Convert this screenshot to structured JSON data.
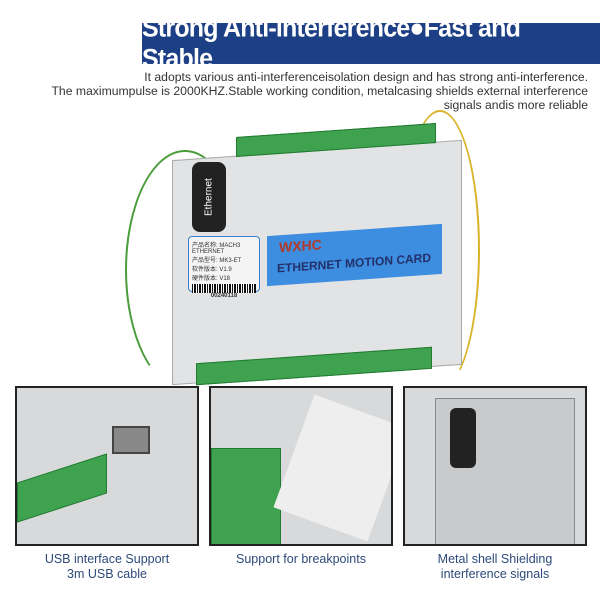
{
  "banner": {
    "title": "Strong Anti-interference●Fast and Stable"
  },
  "description": {
    "line1": "It adopts various anti-interferenceisolation design and has strong anti-interference.",
    "line2": "The maximumpulse is 2000KHZ.Stable working condition, metalcasing shields external interference",
    "line3": "signals andis more reliable"
  },
  "product": {
    "port_label": "Ethernet",
    "logo": "WXHC",
    "card_title": "ETHERNET MOTION CARD",
    "label_lines": [
      "产品名称: MACH3 ETHERNET",
      "产品型号: MK3-ET",
      "软件版本: V1.9",
      "硬件版本: V18"
    ],
    "serial": "00240118"
  },
  "features": [
    {
      "caption_line1": "USB interface Support",
      "caption_line2": "3m USB cable"
    },
    {
      "caption_line1": "Support for breakpoints",
      "caption_line2": ""
    },
    {
      "caption_line1": "Metal shell Shielding",
      "caption_line2": "interference signals"
    }
  ],
  "colors": {
    "banner": "#1c3f86",
    "caption": "#2d4a7a",
    "terminal": "#3fa24f",
    "card": "#3d8de0"
  }
}
